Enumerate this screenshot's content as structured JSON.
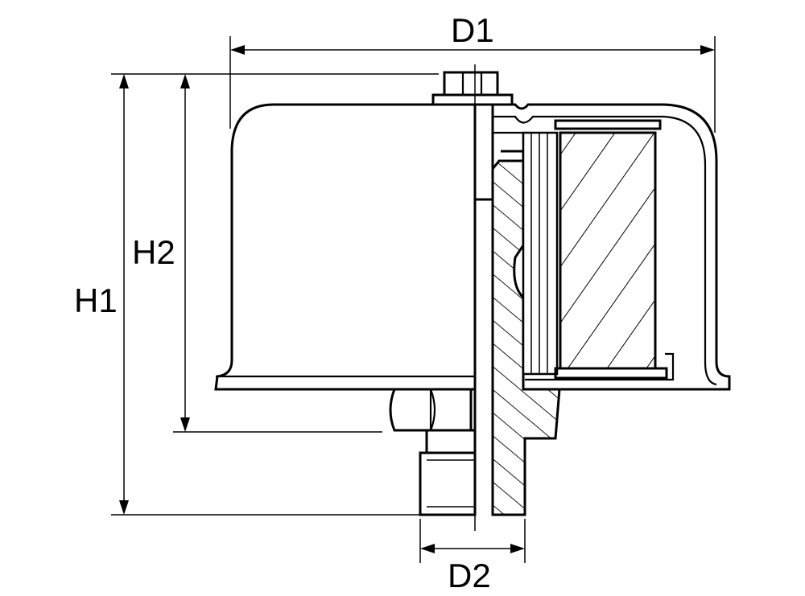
{
  "dimensions": {
    "d1": "D1",
    "d2": "D2",
    "h1": "H1",
    "h2": "H2"
  },
  "colors": {
    "line": "#000000",
    "background": "#ffffff"
  }
}
